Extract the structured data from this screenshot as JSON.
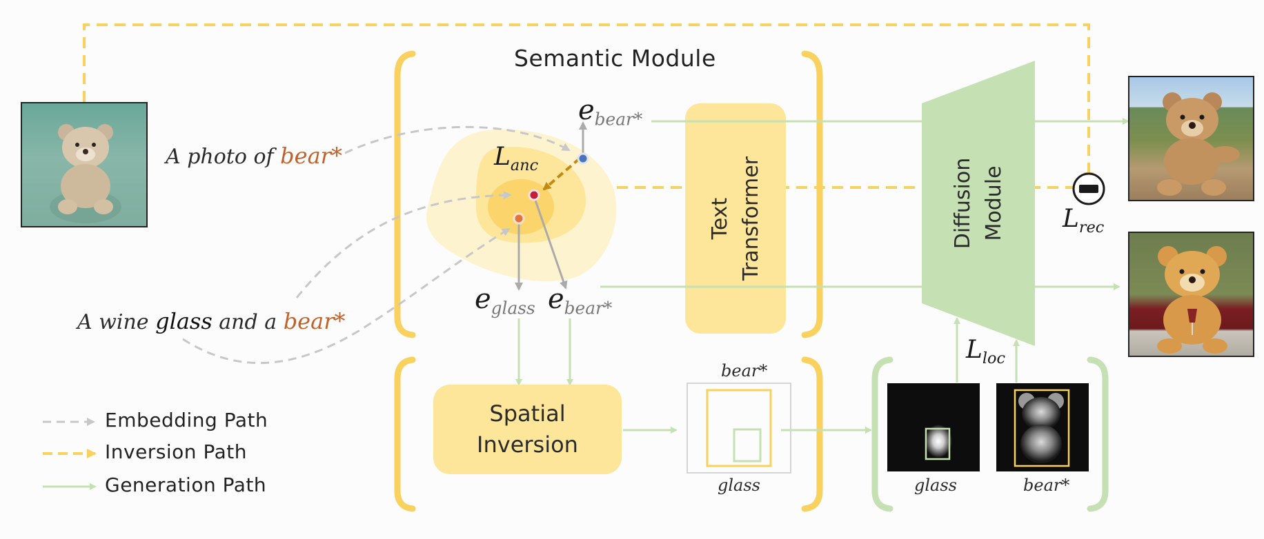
{
  "title": "Semantic Module",
  "prompts": {
    "p1": {
      "lead": "A photo of",
      "token": "bear*"
    },
    "p2": {
      "lead": "A wine",
      "word": "glass",
      "mid": "and a",
      "token": "bear*"
    }
  },
  "embeddings": {
    "top": {
      "base": "e",
      "sub": "bear*"
    },
    "glass": {
      "base": "e",
      "sub": "glass"
    },
    "bear": {
      "base": "e",
      "sub": "bear*"
    }
  },
  "losses": {
    "anc": {
      "base": "L",
      "sub": "anc"
    },
    "rec": {
      "base": "L",
      "sub": "rec"
    },
    "loc": {
      "base": "L",
      "sub": "loc"
    }
  },
  "modules": {
    "text_transformer": "Text Transformer",
    "diffusion": "Diffusion Module",
    "spatial_inversion": "Spatial Inversion"
  },
  "layout_box": {
    "top_label": "bear*",
    "bottom_label": "glass"
  },
  "heatmaps": {
    "glass": "glass",
    "bear": "bear*"
  },
  "legend": [
    {
      "label": "Embedding Path"
    },
    {
      "label": "Inversion Path"
    },
    {
      "label": "Generation Path"
    }
  ],
  "colors": {
    "yellow_box": "#fde59a",
    "bracket_yellow": "#f9d15e",
    "green": "#c5e0b3",
    "dash_gray": "#c7c7c7",
    "dash_yellow": "#f9d15e",
    "accent": "#c0622a"
  }
}
